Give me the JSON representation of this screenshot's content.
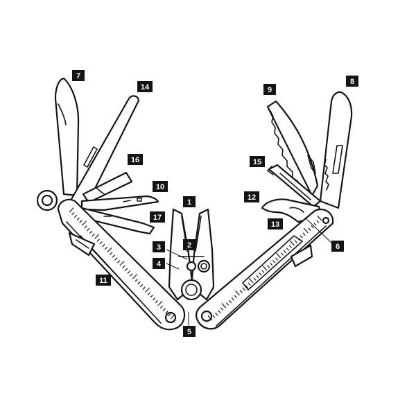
{
  "diagram": {
    "callouts": [
      {
        "id": "1",
        "label": "1"
      },
      {
        "id": "2",
        "label": "2"
      },
      {
        "id": "3",
        "label": "3"
      },
      {
        "id": "4",
        "label": "4"
      },
      {
        "id": "5",
        "label": "5"
      },
      {
        "id": "6",
        "label": "6"
      },
      {
        "id": "7",
        "label": "7"
      },
      {
        "id": "8",
        "label": "8"
      },
      {
        "id": "9",
        "label": "9"
      },
      {
        "id": "10",
        "label": "10"
      },
      {
        "id": "11",
        "label": "11"
      },
      {
        "id": "12",
        "label": "12"
      },
      {
        "id": "13",
        "label": "13"
      },
      {
        "id": "14",
        "label": "14"
      },
      {
        "id": "15",
        "label": "15"
      },
      {
        "id": "16",
        "label": "16"
      },
      {
        "id": "17",
        "label": "17"
      }
    ],
    "colors": {
      "ink": "#141414",
      "background": "#ffffff",
      "badge_text": "#ffffff"
    }
  }
}
